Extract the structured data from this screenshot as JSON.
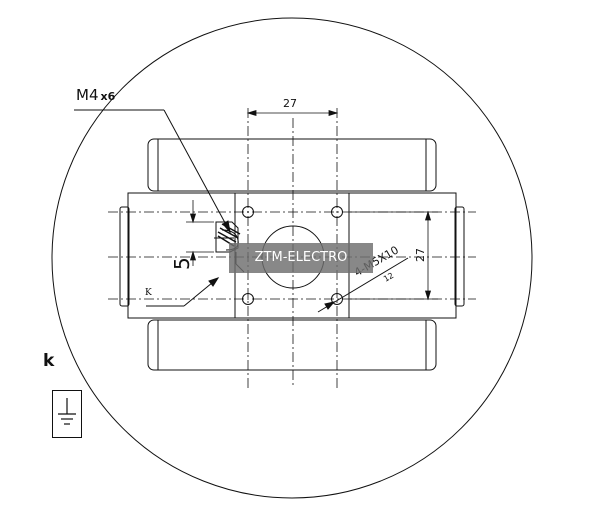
{
  "labels": {
    "thread_main": "M4",
    "thread_count": "x6",
    "mount_spec": "4-M5X10",
    "depth": "12",
    "dim_top": "27",
    "dim_right": "27",
    "dim_five": "5",
    "k_small": "K",
    "k_big": "k"
  },
  "watermark": "ZTM-ELECTRO",
  "icons": {
    "earth": "ground-symbol-icon"
  },
  "colors": {
    "line": "#111111",
    "watermark_bg": "#6e6e6e",
    "watermark_text": "#ffffff"
  }
}
